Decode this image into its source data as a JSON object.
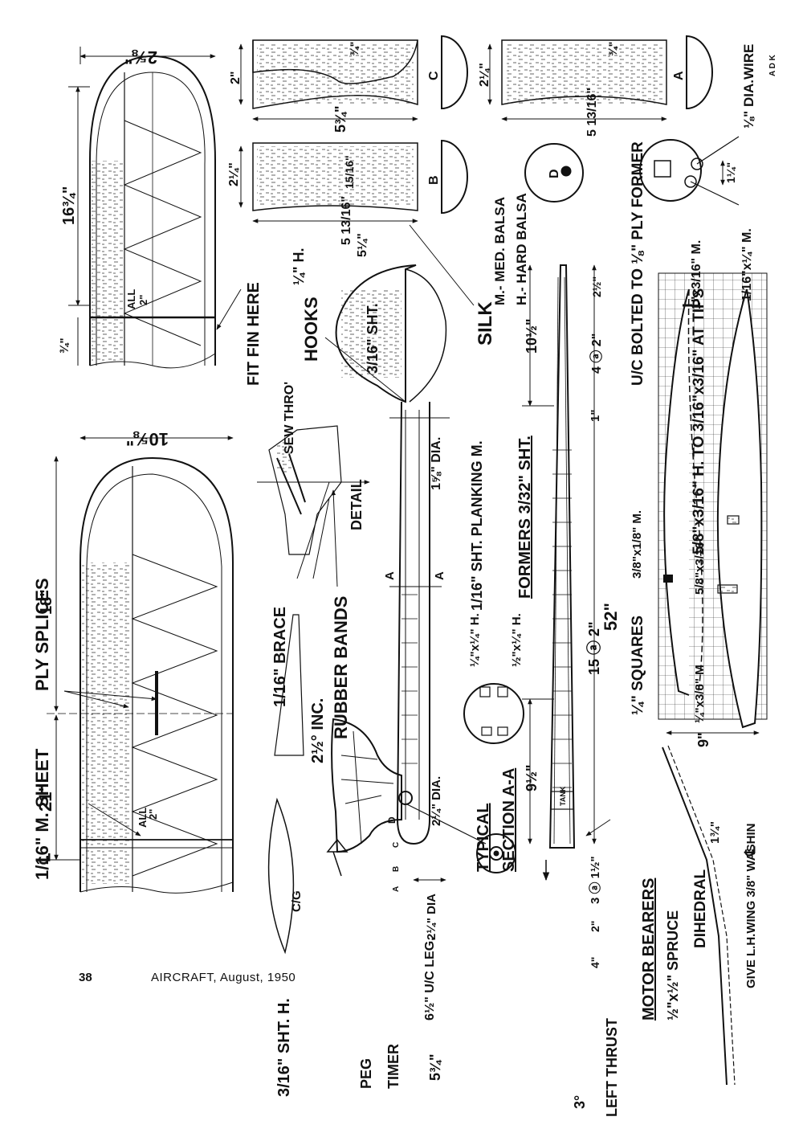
{
  "footer": {
    "page_number": "38",
    "publication": "AIRCRAFT, August, 1950"
  },
  "labels": {
    "fin_width": "2⅝\"",
    "fin_height": "16¾\"",
    "fin_dim_3_4": "¾\"",
    "fin_all": "ALL",
    "fin_all_spacing": "2\"",
    "fit_fin": "FIT FIN HERE",
    "wing_width": "10⅝\"",
    "wing_18": "18\"",
    "wing_21": "21\"",
    "ply_splices": "PLY SPLICES",
    "m_sheet": "1/16\" M. SHEET",
    "wing_all": "ALL",
    "wing_all_spacing": "2\"",
    "center_mark": "℄",
    "sht_h": "3/16\" SHT. H.",
    "brace": "1/16\" BRACE",
    "rubber_bands": "RUBBER BANDS",
    "inc": "2½° INC.",
    "sew_thro": "SEW THRO'",
    "detail": "DETAIL",
    "hooks": "HOOKS",
    "sht_316": "3/16\" SHT.",
    "silk": "SILK",
    "quarter_h": "¼\" H.",
    "cg": "C/G",
    "peg": "PEG",
    "timer": "TIMER",
    "uc_leg": "6½\" U/C LEG.",
    "dim_534": "5¾\"",
    "dia_158": "1⅝\" DIA.",
    "dia_214a": "2¼\" DIA.",
    "dia_214b": "2¼\" DIA",
    "planking": "1/16\" SHT. PLANKING M.",
    "section": "SECTION A-A",
    "typical": "TYPICAL",
    "formers": "FORMERS 3/32\" SHT.",
    "dim_1_4x1_4": "¼\"x¼\" H.",
    "dim_1_2x1_4": "½\"x¼\" H.",
    "fus_52": "52\"",
    "fus_15a2": "15 ⓐ 2\"",
    "fus_10half": "10½\"",
    "fus_4a2": "4 ⓐ 2\"",
    "fus_2half": "2½\"",
    "fus_1": "1\"",
    "fus_9half": "9½\"",
    "fus_3a1half": "3 ⓐ 1½\"",
    "fus_2": "2\"",
    "fus_4": "4\"",
    "tank": "TANK",
    "left_thrust": "LEFT THRUST",
    "three_deg": "3°",
    "med_balsa": "M.- MED. BALSA",
    "hard_balsa": "H.- HARD BALSA",
    "former_c_w": "2\"",
    "former_c_top": "¾\"",
    "former_c_len": "5¾\"",
    "former_a_w": "2¼\"",
    "former_a_top": "¾\"",
    "former_a_len": "5 13/16\"",
    "former_b_w": "2¼\"",
    "former_b_mid": "15/16\"",
    "former_b_len": "5 13/16\"",
    "former_b_len2": "5¼\"",
    "dia_wire": "⅛\" DIA.WIRE",
    "dim_114": "1¼\"",
    "uc_bolted": "U/C BOLTED TO ⅛\" PLY FORMER",
    "at_tips": "5/8\"x3/16\" H. TO 3/16\"x3/16\" AT TIPS",
    "tips_1x316": "1\"x3/16\" M.",
    "tips_116x14": "1/16\"x¼\" M.",
    "spar_38x18": "3/8\"x1/8\" M.",
    "spar_58x316": "5/8\"x3/16\"",
    "spar_14x38": "¼\"x3/8\" M",
    "squares": "¼\" SQUARES",
    "dim_9": "9\"",
    "dim_134": "1¾\"",
    "washin": "GIVE L.H.WING 3/8\" WASHIN",
    "dihedral": "DIHEDRAL",
    "motor_bearers": "MOTOR BEARERS",
    "spruce": "½\"x½\" SPRUCE",
    "letter_a": "A",
    "letter_b": "B",
    "letter_c": "C",
    "letter_d": "D",
    "initials": "A D K"
  }
}
